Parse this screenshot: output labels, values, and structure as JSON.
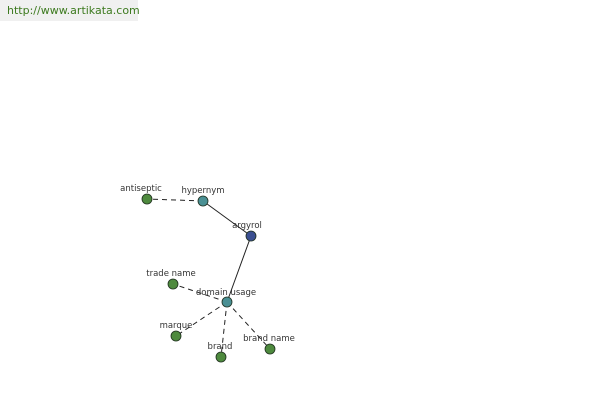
{
  "header": {
    "url": "http://www.artikata.com"
  },
  "graph": {
    "colors": {
      "center": "#3b4f91",
      "relation": "#4a9094",
      "leaf": "#4e8a3e",
      "edge": "#222222",
      "stroke": "#1f2f1f"
    },
    "nodes": [
      {
        "id": "argyrol",
        "label": "argyrol",
        "kind": "center"
      },
      {
        "id": "hypernym",
        "label": "hypernym",
        "kind": "relation"
      },
      {
        "id": "domain_usage",
        "label": "domain usage",
        "kind": "relation"
      },
      {
        "id": "antiseptic",
        "label": "antiseptic",
        "kind": "leaf"
      },
      {
        "id": "trade_name",
        "label": "trade name",
        "kind": "leaf"
      },
      {
        "id": "marque",
        "label": "marque",
        "kind": "leaf"
      },
      {
        "id": "brand",
        "label": "brand",
        "kind": "leaf"
      },
      {
        "id": "brand_name",
        "label": "brand name",
        "kind": "leaf"
      }
    ],
    "edges": [
      {
        "from": "argyrol",
        "to": "hypernym",
        "style": "solid"
      },
      {
        "from": "argyrol",
        "to": "domain_usage",
        "style": "solid"
      },
      {
        "from": "hypernym",
        "to": "antiseptic",
        "style": "dashed"
      },
      {
        "from": "domain_usage",
        "to": "trade_name",
        "style": "dashed"
      },
      {
        "from": "domain_usage",
        "to": "marque",
        "style": "dashed"
      },
      {
        "from": "domain_usage",
        "to": "brand",
        "style": "dashed"
      },
      {
        "from": "domain_usage",
        "to": "brand_name",
        "style": "dashed"
      }
    ]
  }
}
